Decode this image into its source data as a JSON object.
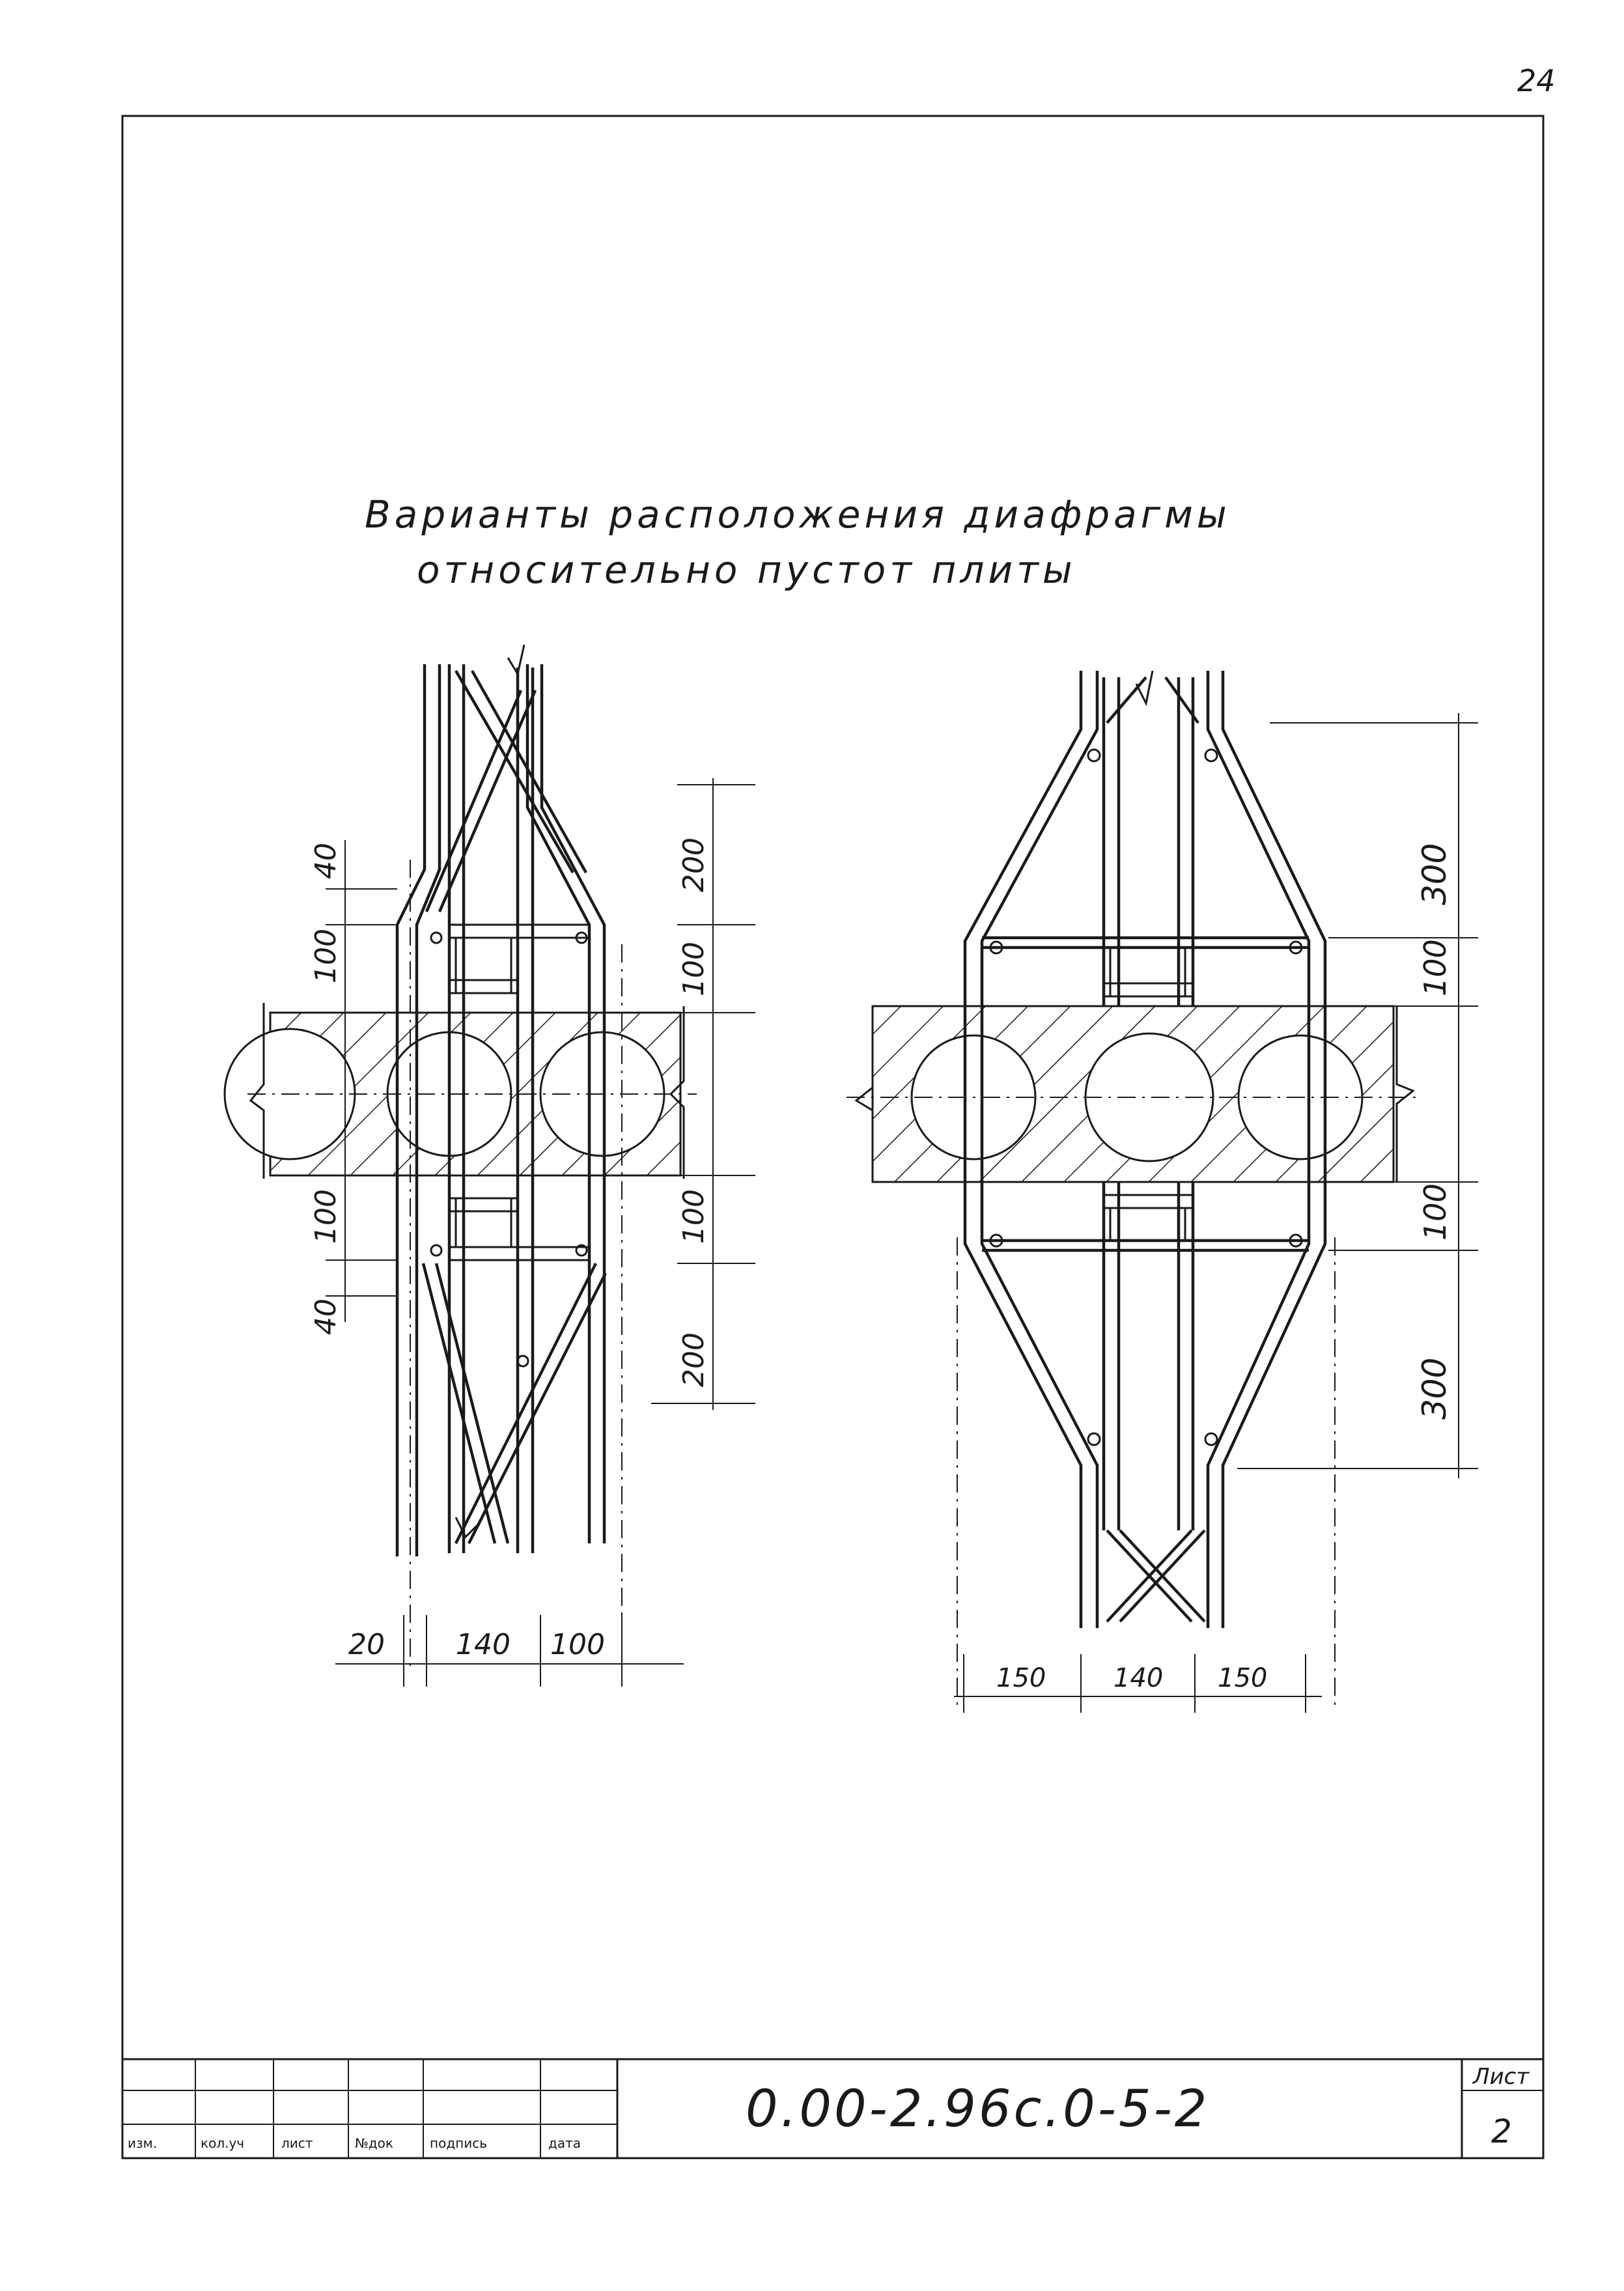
{
  "page_number": "24",
  "title": {
    "line1": "Варианты расположения диафрагмы",
    "line2": "относительно пустот плиты"
  },
  "left_detail": {
    "dims_vertical_left": [
      "40",
      "100",
      "100",
      "40"
    ],
    "dims_vertical_right": [
      "200",
      "100",
      "100",
      "200"
    ],
    "dims_bottom": [
      "20",
      "140",
      "100"
    ]
  },
  "right_detail": {
    "dims_vertical_right": [
      "300",
      "100",
      "100",
      "300"
    ],
    "dims_bottom": [
      "150",
      "140",
      "150"
    ]
  },
  "title_block": {
    "columns": [
      "изм.",
      "кол.уч",
      "лист",
      "№док",
      "подпись",
      "дата"
    ],
    "document_code": "0.00-2.96с.0-5-2",
    "sheet_label": "Лист",
    "sheet_number": "2"
  }
}
